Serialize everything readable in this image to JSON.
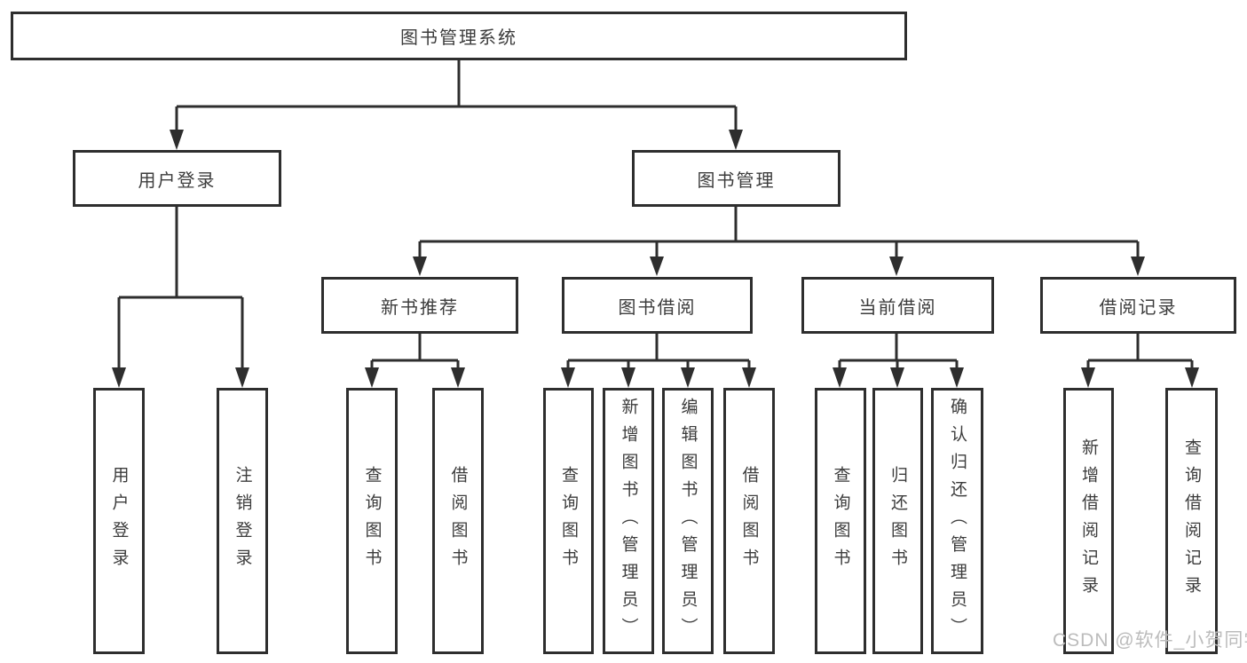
{
  "tree": {
    "root": {
      "label": "图书管理系统"
    },
    "branches": [
      {
        "label": "用户登录",
        "children": [
          {
            "label": "用户登录"
          },
          {
            "label": "注销登录"
          }
        ]
      },
      {
        "label": "图书管理",
        "children": [
          {
            "label": "新书推荐",
            "children": [
              {
                "label": "查询图书"
              },
              {
                "label": "借阅图书"
              }
            ]
          },
          {
            "label": "图书借阅",
            "children": [
              {
                "label": "查询图书"
              },
              {
                "label": "新增图书（管理员）"
              },
              {
                "label": "编辑图书（管理员）"
              },
              {
                "label": "借阅图书"
              }
            ]
          },
          {
            "label": "当前借阅",
            "children": [
              {
                "label": "查询图书"
              },
              {
                "label": "归还图书"
              },
              {
                "label": "确认归还（管理员）"
              }
            ]
          },
          {
            "label": "借阅记录",
            "children": [
              {
                "label": "新增借阅记录"
              },
              {
                "label": "查询借阅记录"
              }
            ]
          }
        ]
      }
    ]
  },
  "watermark": {
    "text": "CSDN @软件_小贺同学",
    "color": "#bcbcbc"
  },
  "colors": {
    "line": "#2e2e2e",
    "box_border": "#2e2e2e",
    "text": "#3c3c3c",
    "background": "#ffffff"
  }
}
